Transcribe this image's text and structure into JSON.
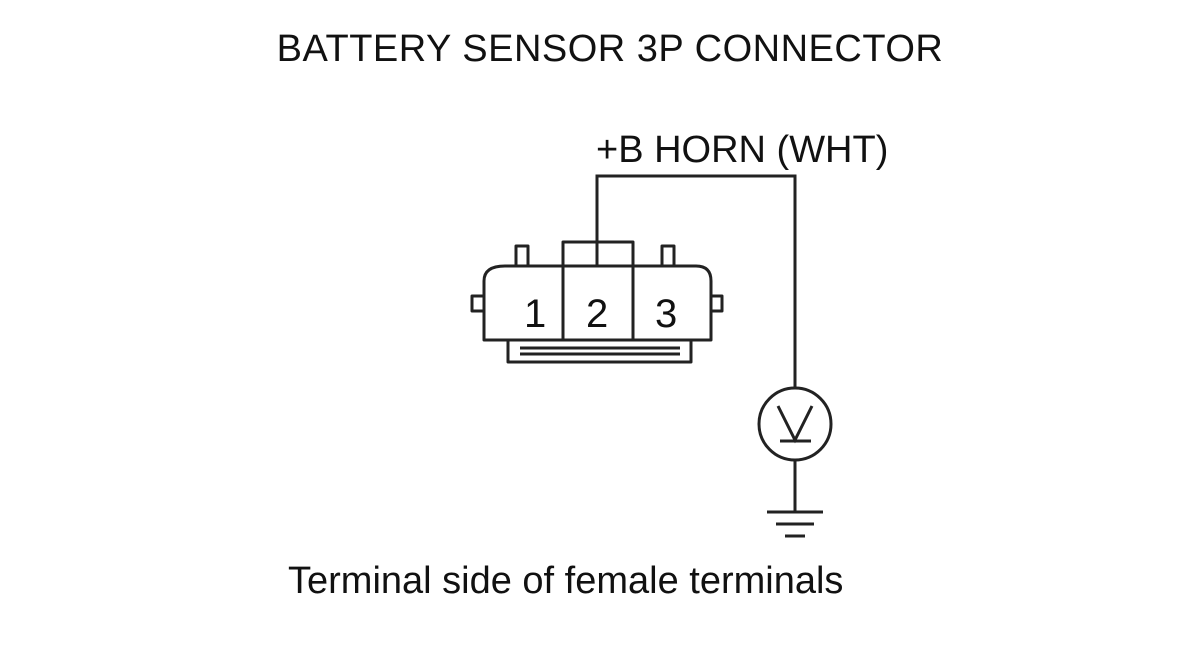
{
  "title": "BATTERY SENSOR 3P CONNECTOR",
  "wire_label": "+B HORN (WHT)",
  "terminals": [
    "1",
    "2",
    "3"
  ],
  "meter": {
    "symbol": "V",
    "icon": "voltmeter-icon"
  },
  "ground": {
    "icon": "ground-icon"
  },
  "footer": "Terminal side of female terminals"
}
